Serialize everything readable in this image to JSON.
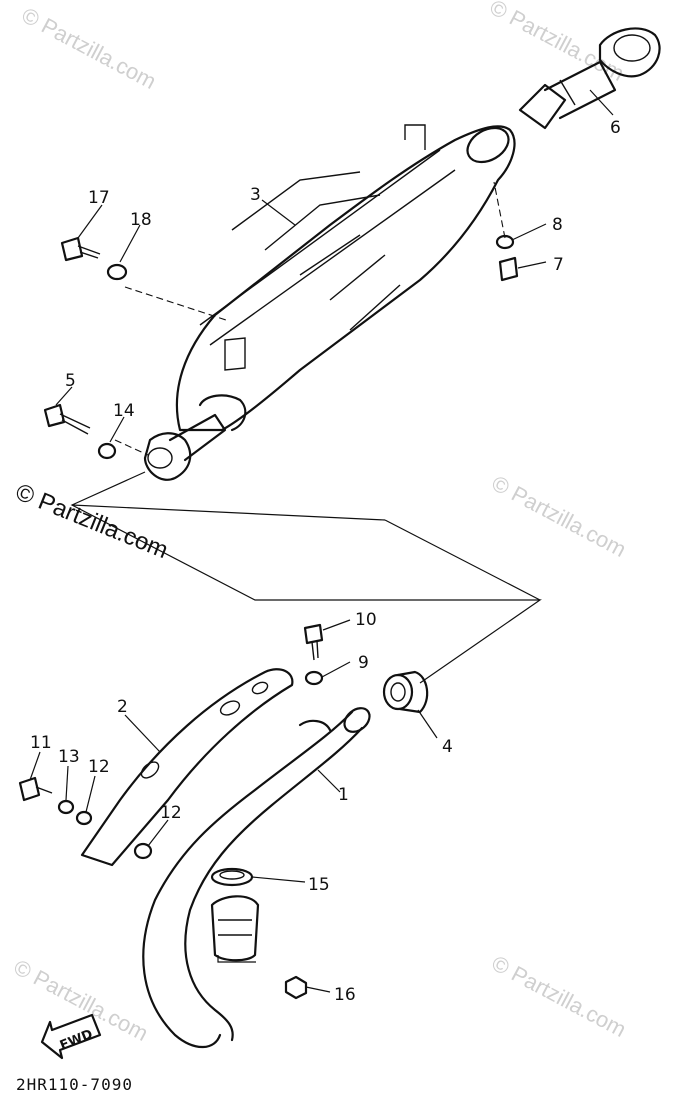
{
  "watermark": "© Partzilla.com",
  "diagram_code": "2HR110-7090",
  "fwd_label": "FWD",
  "callouts": {
    "c1": "1",
    "c2": "2",
    "c3": "3",
    "c4": "4",
    "c5": "5",
    "c6": "6",
    "c7": "7",
    "c8": "8",
    "c9": "9",
    "c10": "10",
    "c11": "11",
    "c12a": "12",
    "c12b": "12",
    "c13": "13",
    "c14": "14",
    "c15": "15",
    "c16": "16",
    "c17": "17",
    "c18": "18"
  }
}
